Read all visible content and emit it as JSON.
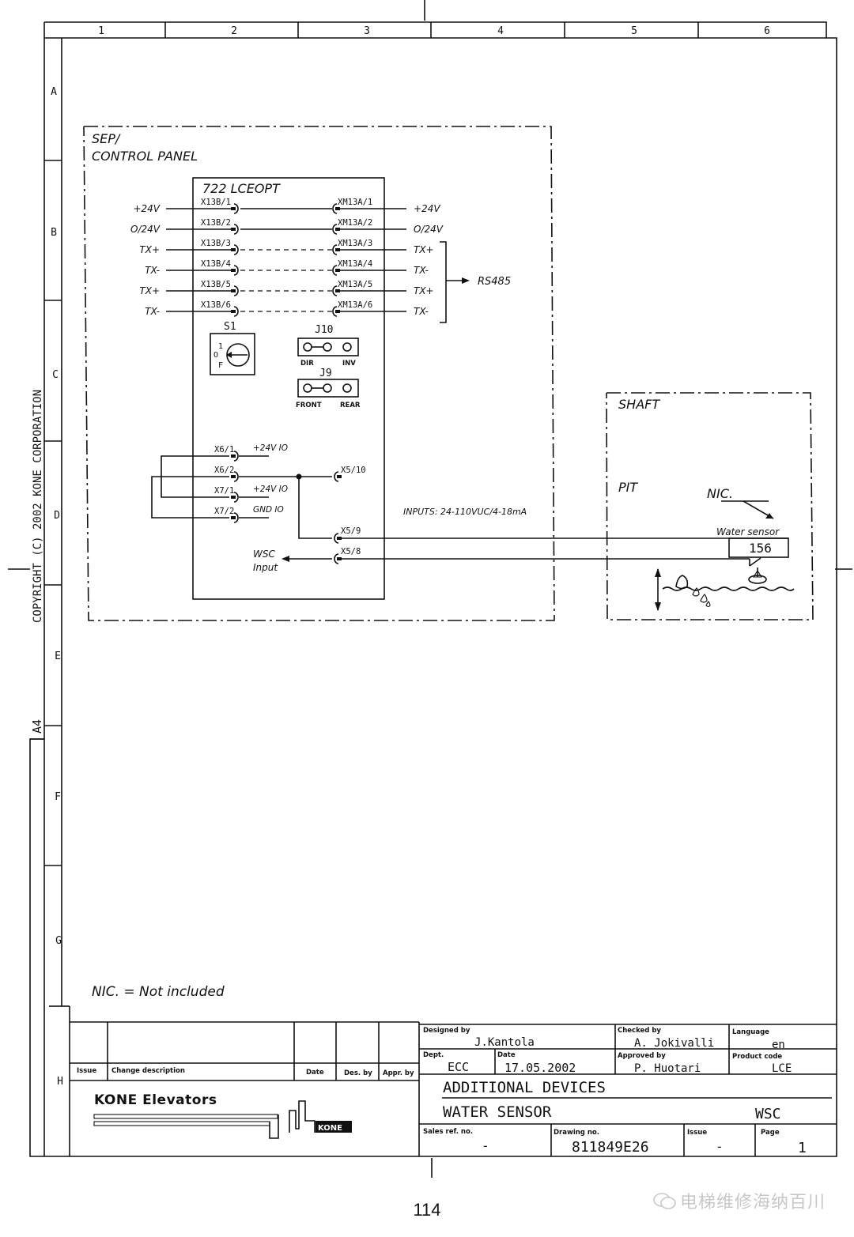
{
  "grid": {
    "columns": [
      "1",
      "2",
      "3",
      "4",
      "5",
      "6"
    ],
    "rows": [
      "A",
      "B",
      "C",
      "D",
      "E",
      "F",
      "G",
      "H"
    ]
  },
  "copyright": "COPYRIGHT (C) 2002 KONE CORPORATION",
  "sheet_size": "A4",
  "panel": {
    "title_line1": "SEP/",
    "title_line2": "CONTROL PANEL",
    "board": "722 LCEOPT",
    "left_signals": [
      "+24V",
      "O/24V",
      "TX+",
      "TX-",
      "TX+",
      "TX-"
    ],
    "left_connectors": [
      "X13B/1",
      "X13B/2",
      "X13B/3",
      "X13B/4",
      "X13B/5",
      "X13B/6"
    ],
    "right_connectors": [
      "XM13A/1",
      "XM13A/2",
      "XM13A/3",
      "XM13A/4",
      "XM13A/5",
      "XM13A/6"
    ],
    "right_signals": [
      "+24V",
      "O/24V",
      "TX+",
      "TX-",
      "TX+",
      "TX-"
    ],
    "rs485_label": "RS485",
    "switch": {
      "label": "S1",
      "pos1": "1",
      "pos0": "O",
      "posF": "F"
    },
    "jumper_j10": {
      "label": "J10",
      "left": "DIR",
      "right": "INV"
    },
    "jumper_j9": {
      "label": "J9",
      "left": "FRONT",
      "right": "REAR"
    },
    "io_connectors": [
      "X6/1",
      "X6/2",
      "X7/1",
      "X7/2"
    ],
    "io_labels": [
      "+24V IO",
      "+24V IO",
      "GND IO"
    ],
    "x5_connectors": [
      "X5/10",
      "X5/9",
      "X5/8"
    ],
    "inputs_note": "INPUTS: 24-110VUC/4-18mA",
    "wsc_line1": "WSC",
    "wsc_line2": "Input"
  },
  "shaft": {
    "title": "SHAFT",
    "pit": "PIT",
    "nic": "NIC.",
    "sensor_label": "Water sensor",
    "sensor_id": "156"
  },
  "nic_note": "NIC. = Not included",
  "title_block": {
    "issue_header": "Issue",
    "change_header": "Change description",
    "date_header": "Date",
    "des_by_header": "Des. by",
    "appr_by_header": "Appr. by",
    "logo_text": "KONE Elevators",
    "logo_small": "KONE",
    "designed_by_label": "Designed by",
    "designed_by": "J.Kantola",
    "checked_by_label": "Checked by",
    "checked_by": "A. Jokivalli",
    "language_label": "Language",
    "language": "en",
    "dept_label": "Dept.",
    "dept": "ECC",
    "date_label": "Date",
    "date": "17.05.2002",
    "approved_by_label": "Approved by",
    "approved_by": "P. Huotari",
    "product_code_label": "Product code",
    "product_code": "LCE",
    "title_line1": "ADDITIONAL DEVICES",
    "title_line2": "WATER SENSOR",
    "title_code": "WSC",
    "sales_ref_label": "Sales ref. no.",
    "sales_ref": "-",
    "drawing_no_label": "Drawing no.",
    "drawing_no": "811849E26",
    "issue_label": "Issue",
    "issue": "-",
    "page_label": "Page",
    "page": "1"
  },
  "page_number": "114",
  "watermark": "电梯维修海纳百川"
}
